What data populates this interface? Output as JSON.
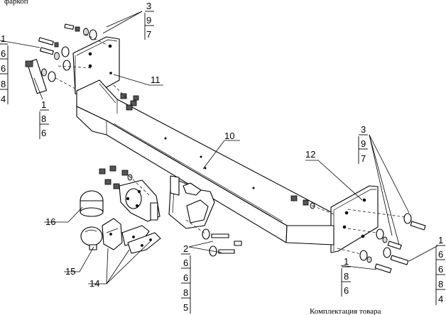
{
  "caption_top": "фаркоп",
  "caption_bottom": "Комплектация товара",
  "callouts": {
    "c3_top": [
      "3",
      "9",
      "7"
    ],
    "c1_left": [
      "1",
      "6",
      "6",
      "8",
      "4"
    ],
    "c1_inner": [
      "1",
      "8",
      "6"
    ],
    "c11": "11",
    "c10": "10",
    "c12": "12",
    "c3_right": [
      "3",
      "9",
      "7"
    ],
    "c16": "16",
    "c15": "15",
    "c14": "14",
    "c2": [
      "2",
      "6",
      "6",
      "8",
      "5"
    ],
    "c1_bot": [
      "1",
      "8",
      "6"
    ],
    "c1_right": [
      "1",
      "6",
      "6",
      "8",
      "4"
    ]
  }
}
